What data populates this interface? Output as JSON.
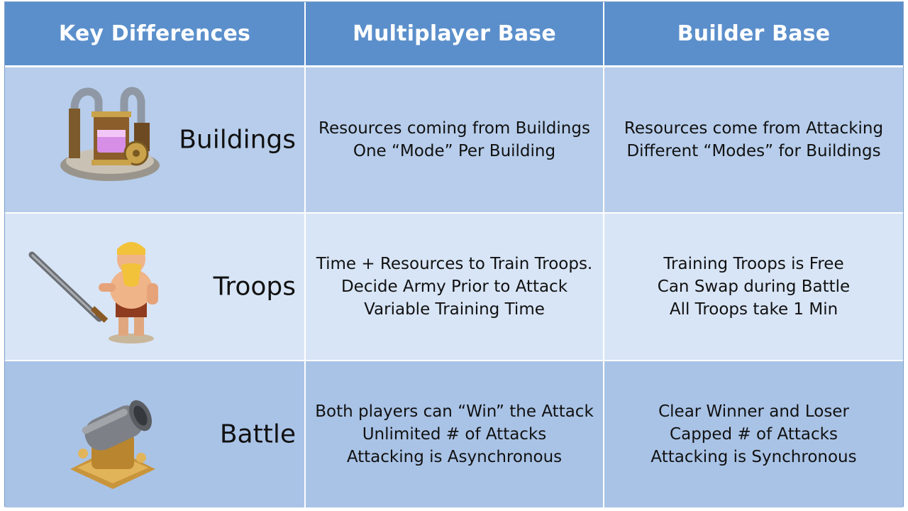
{
  "header": {
    "col1": "Key Differences",
    "col2": "Multiplayer Base",
    "col3": "Builder Base"
  },
  "rows": [
    {
      "label": "Buildings",
      "icon": "elixir-collector-icon",
      "multiplayer": [
        "Resources coming from Buildings",
        "One “Mode” Per Building"
      ],
      "builder": [
        "Resources come from Attacking",
        "Different “Modes” for Buildings"
      ]
    },
    {
      "label": "Troops",
      "icon": "barbarian-icon",
      "multiplayer": [
        "Time + Resources to Train Troops.",
        "Decide Army Prior to Attack",
        "Variable Training Time"
      ],
      "builder": [
        "Training Troops is Free",
        "Can Swap during Battle",
        "All Troops take 1 Min"
      ]
    },
    {
      "label": "Battle",
      "icon": "cannon-icon",
      "multiplayer": [
        "Both players can “Win” the Attack",
        "Unlimited # of Attacks",
        "Attacking is Asynchronous"
      ],
      "builder": [
        "Clear Winner and Loser",
        "Capped # of Attacks",
        "Attacking is Synchronous"
      ]
    }
  ],
  "colors": {
    "header": "#5b8fcb",
    "row1": "#b7cdeb",
    "row2": "#d8e5f6",
    "row3": "#a9c3e6"
  }
}
